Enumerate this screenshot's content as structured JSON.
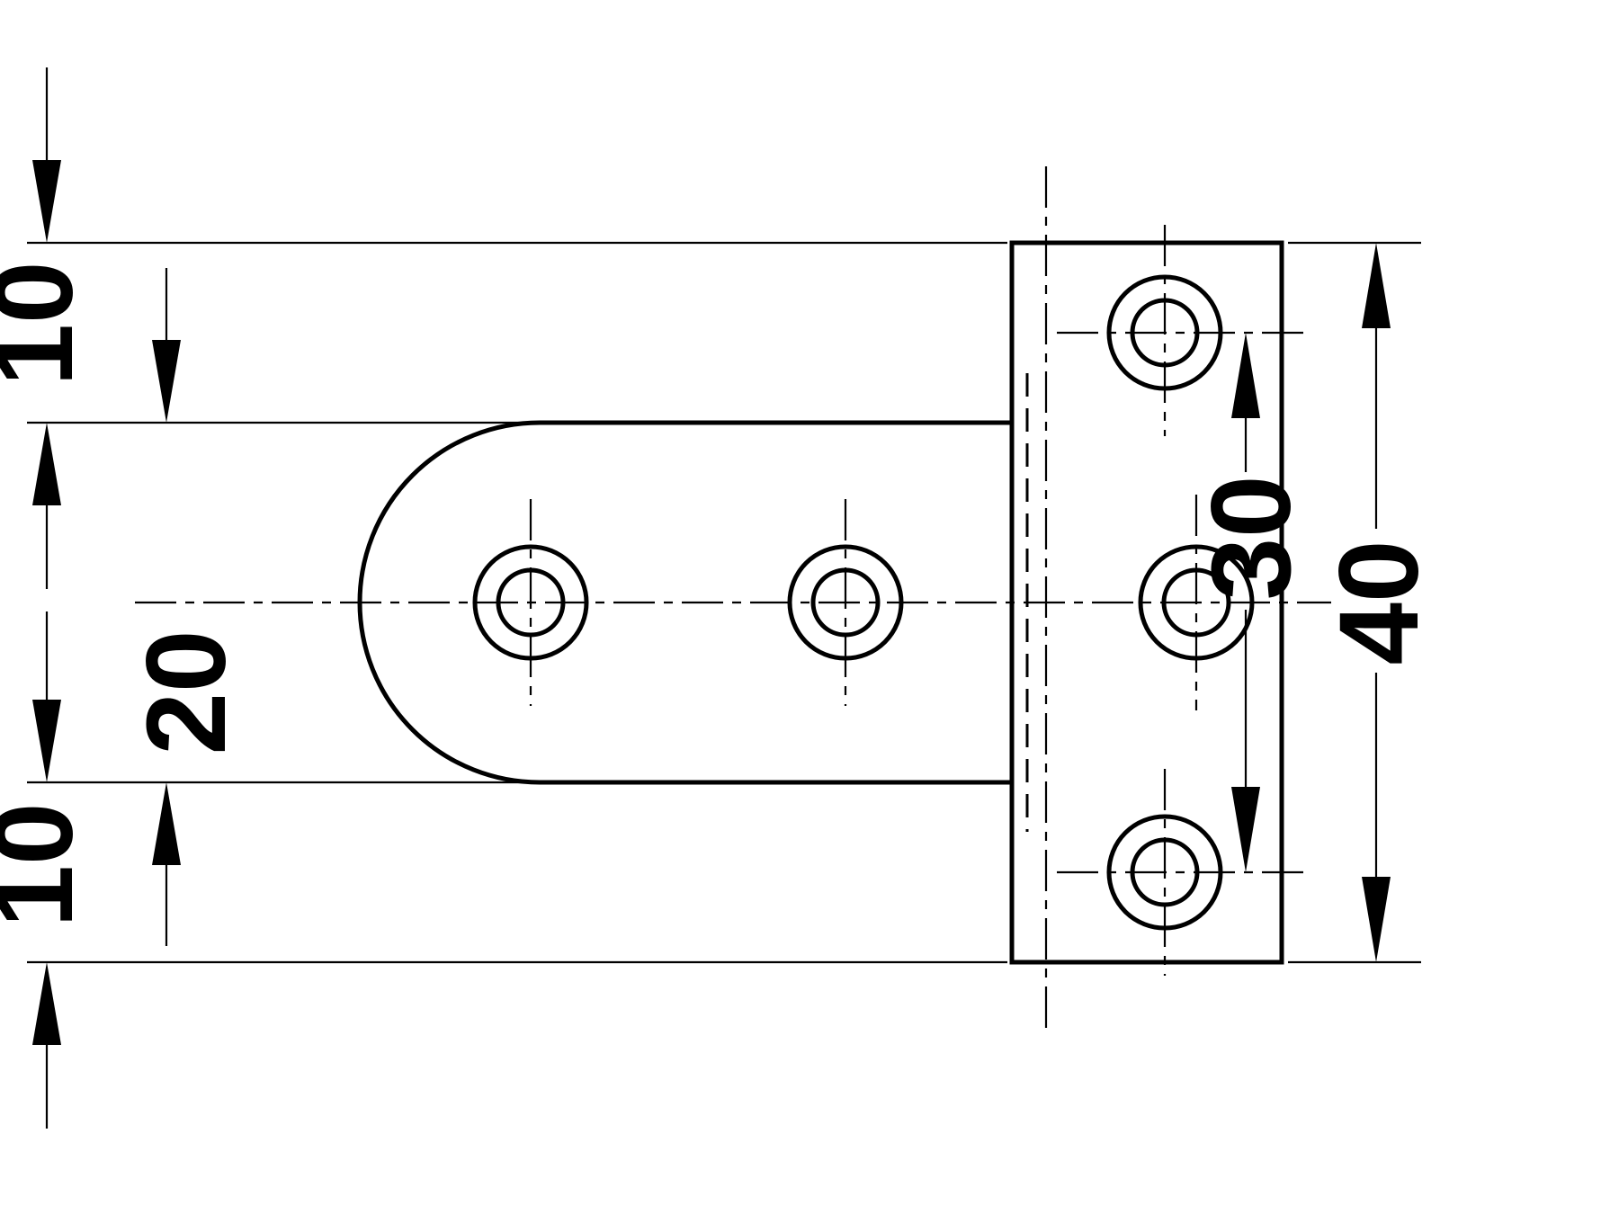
{
  "drawing": {
    "kind": "technical-dimension-drawing",
    "part": "hinge-with-mounting-plate",
    "ink_color": "#000000",
    "background_color": "#ffffff",
    "units_implied": "mm",
    "dimensions": {
      "top_offset": {
        "label": "10",
        "meaning": "plate top edge to tongue top edge"
      },
      "bottom_offset": {
        "label": "10",
        "meaning": "tongue bottom edge to plate bottom edge"
      },
      "tongue_width": {
        "label": "20",
        "meaning": "tongue height"
      },
      "hole_spacing": {
        "label": "30",
        "meaning": "distance between outer plate holes"
      },
      "plate_height": {
        "label": "40",
        "meaning": "overall plate height"
      }
    }
  }
}
